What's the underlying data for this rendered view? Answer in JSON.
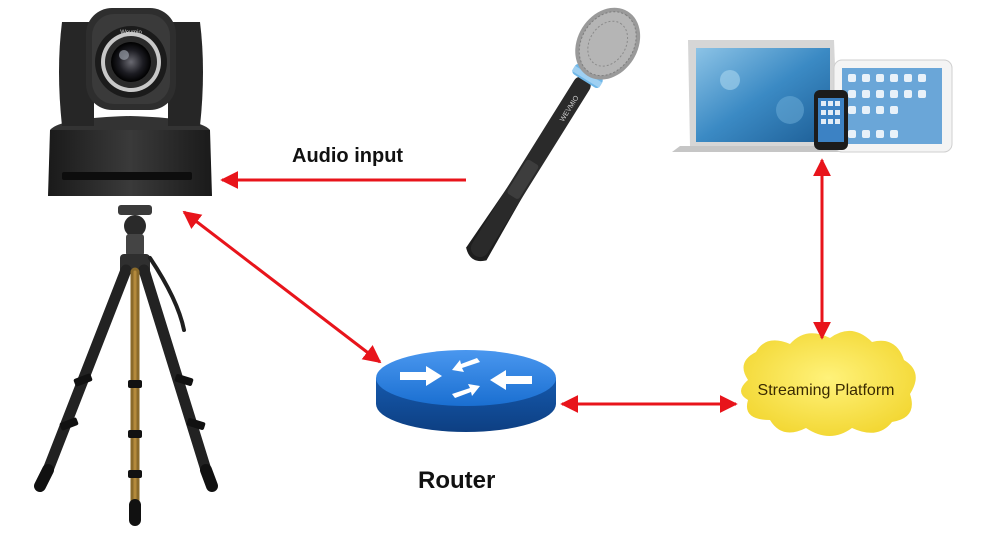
{
  "labels": {
    "audio_input": "Audio input",
    "router": "Router",
    "streaming_platform": "Streaming Platform"
  },
  "devices": {
    "camera_brand": "Wevmio",
    "microphone_brand": "WEVMIO"
  },
  "colors": {
    "arrow": "#e8141b",
    "cloud": "#f7e24a",
    "router": "#1a6fd1",
    "camera_body": "#2a2a2a"
  }
}
